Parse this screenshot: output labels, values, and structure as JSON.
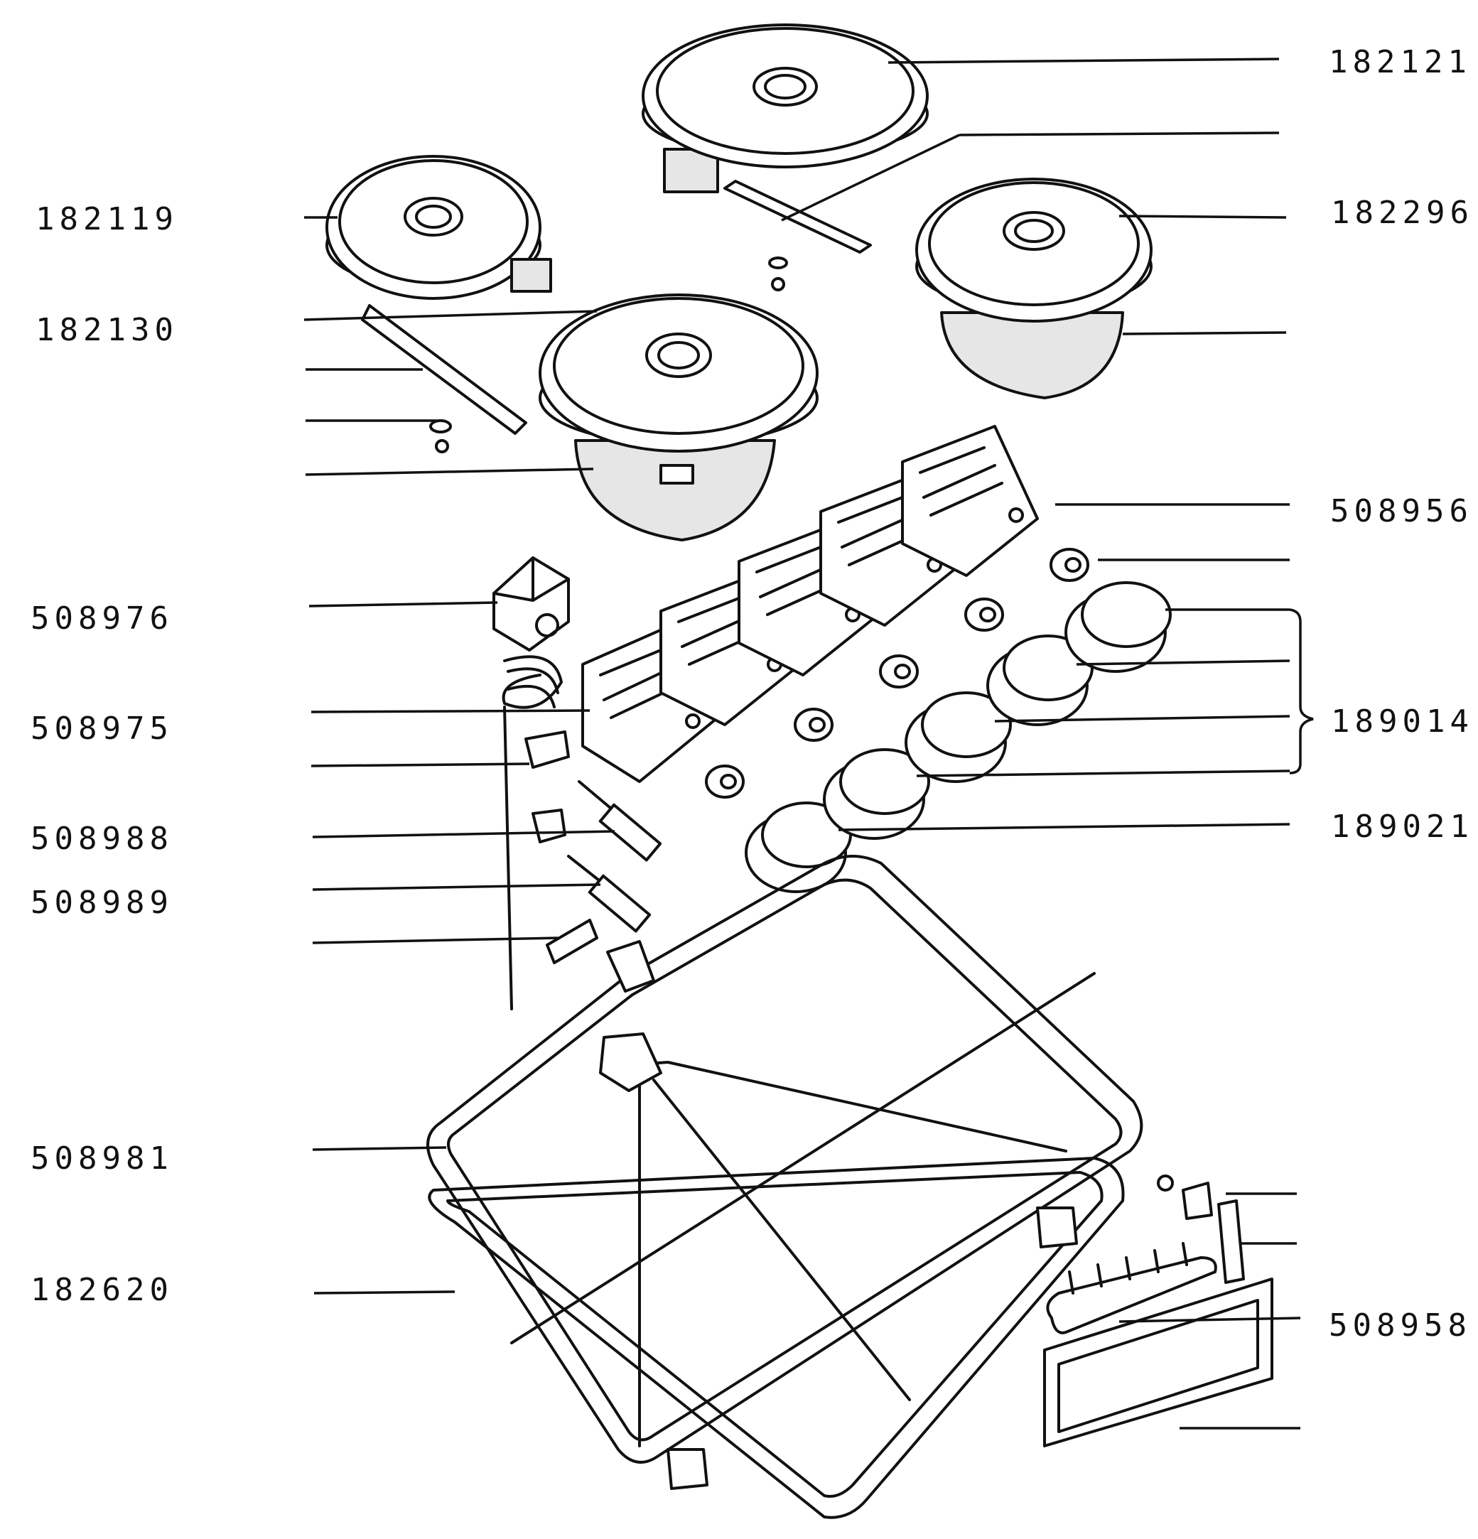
{
  "labels": {
    "p182121": "182121",
    "p182119": "182119",
    "p182296": "182296",
    "p182130": "182130",
    "p508956": "508956",
    "p508976": "508976",
    "p508975": "508975",
    "p189014": "189014",
    "p508988": "508988",
    "p189021": "189021",
    "p508989": "508989",
    "p508981": "508981",
    "p182620": "182620",
    "p508958": "508958"
  }
}
